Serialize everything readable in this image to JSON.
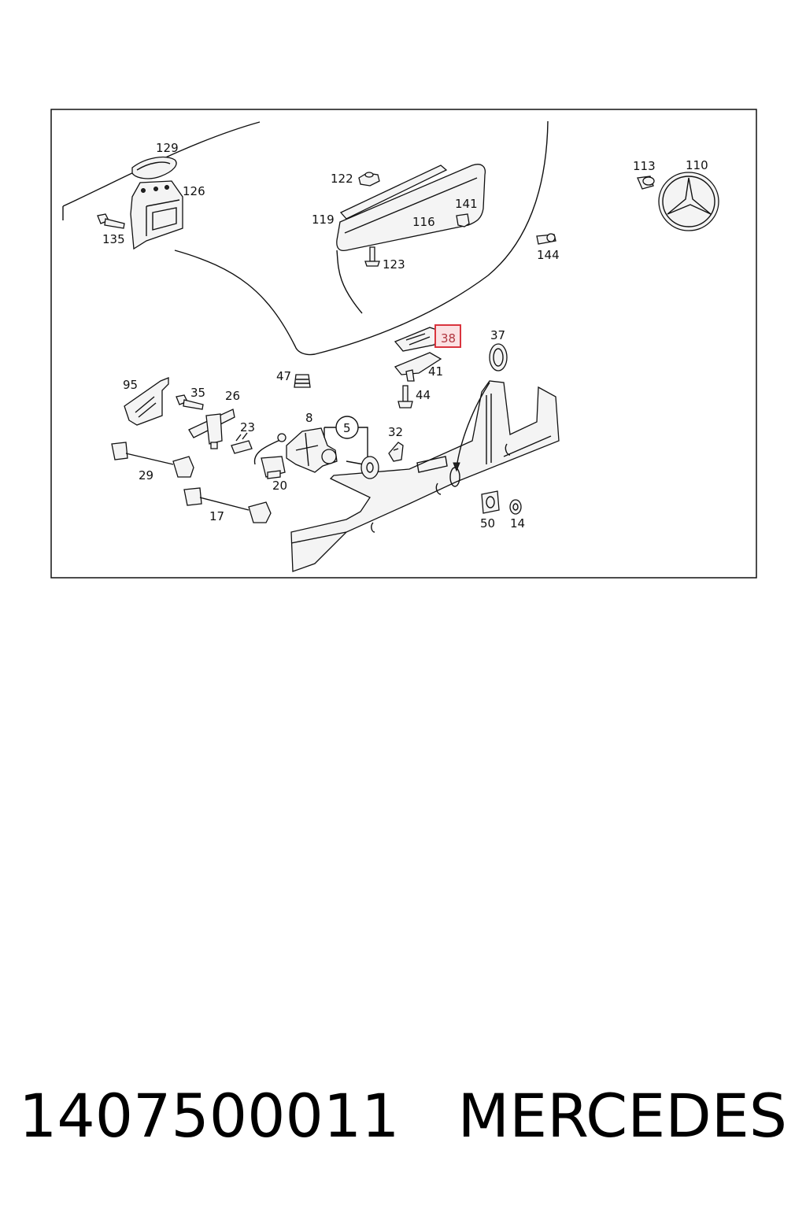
{
  "diagram": {
    "labels": {
      "p129": "129",
      "p126": "126",
      "p135": "135",
      "p122": "122",
      "p119": "119",
      "p116": "116",
      "p141": "141",
      "p123": "123",
      "p113": "113",
      "p110": "110",
      "p144": "144",
      "p38": "38",
      "p37": "37",
      "p41": "41",
      "p47": "47",
      "p44": "44",
      "p95": "95",
      "p35": "35",
      "p26": "26",
      "p23": "23",
      "p8": "8",
      "p5": "5",
      "p32": "32",
      "p29": "29",
      "p20": "20",
      "p17": "17",
      "p50": "50",
      "p14": "14"
    },
    "highlighted_part": "38",
    "highlight_color": "#d9343e"
  },
  "footer": {
    "part_number": "1407500011",
    "brand": "MERCEDES"
  }
}
